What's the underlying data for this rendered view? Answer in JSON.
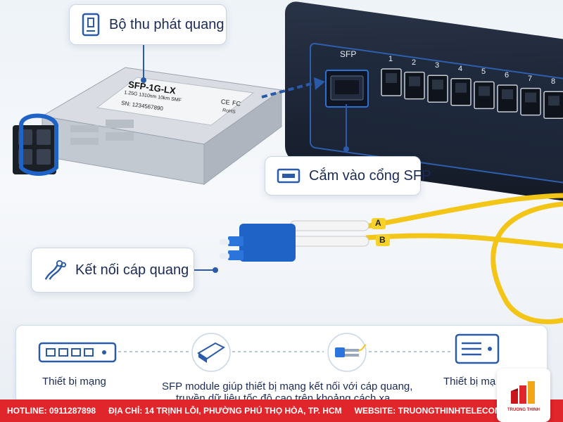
{
  "callouts": {
    "transceiver": "Bộ thu phát quang",
    "plug_in": "Cắm vào cổng SFP",
    "fiber_connect": "Kết nối cáp quang"
  },
  "module": {
    "model": "SFP-1G-LX",
    "spec": "1.25G 1310nm 10km SMF",
    "serial": "SN: 1234567890",
    "cert_ce": "CE",
    "cert_fc": "FC",
    "cert_rohs": "RoHS"
  },
  "switch": {
    "slot_label": "SFP",
    "ports": [
      "1",
      "2",
      "3",
      "4",
      "5",
      "6",
      "7",
      "8"
    ]
  },
  "cable": {
    "tag_a": "A",
    "tag_b": "B"
  },
  "panel": {
    "left_label": "Thiết bị mạng",
    "description_line1": "SFP module giúp thiết bị mạng kết nối với cáp quang,",
    "description_line2": "truyền dữ liệu tốc độ cao trên khoảng cách xa.",
    "right_label": "Thiết bị mạ"
  },
  "footer": {
    "hotline": "HOTLINE: 0911287898",
    "address": "ĐỊA CHỈ: 14 TRỊNH LỖI, PHƯỜNG PHÚ THỌ HÒA, TP. HCM",
    "website": "WEBSITE: TRUONGTHINHTELECOM.COM"
  },
  "logo": {
    "brand_text": "TRUONG THINH"
  },
  "colors": {
    "accent_blue": "#2a5aa8",
    "cable_yellow": "#f2c516",
    "connector_blue": "#1f63c6",
    "footer_red": "#e0252b"
  }
}
